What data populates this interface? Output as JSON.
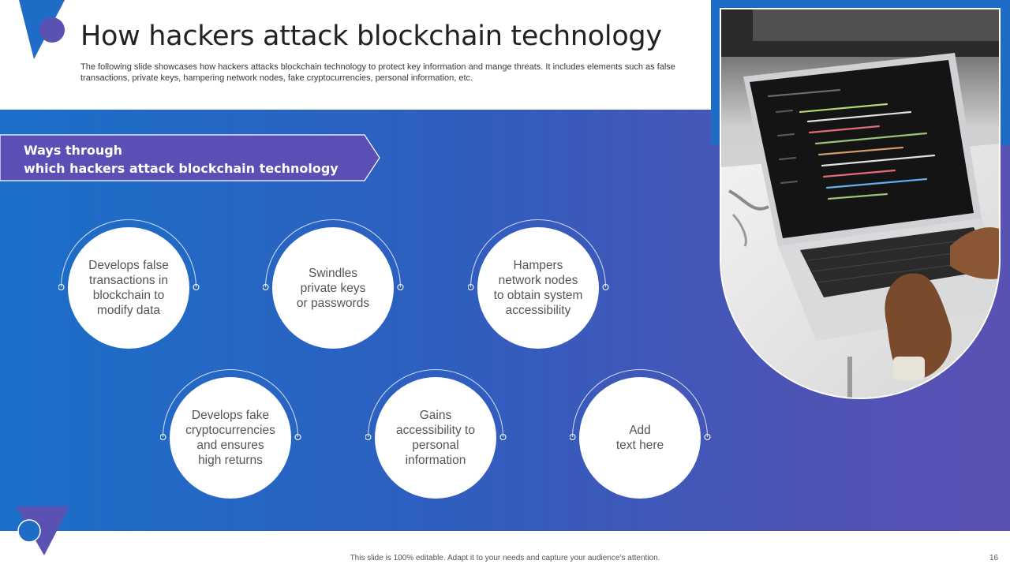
{
  "slide": {
    "title": "How hackers attack blockchain technology",
    "subtitle": "The following slide showcases how hackers attacks blockchain technology to protect key information and mange threats. It includes elements such as false transactions, private keys,  hampering network nodes, fake cryptocurrencies, personal information, etc.",
    "banner": {
      "line1": "Ways through",
      "line2": "which hackers attack blockchain technology"
    },
    "nodes": [
      {
        "text": "Develops false\ntransactions in\nblockchain to\nmodify data"
      },
      {
        "text": "Swindles\nprivate keys\nor passwords"
      },
      {
        "text": "Hampers\nnetwork nodes\nto obtain system\naccessibility"
      },
      {
        "text": "Develops fake\ncryptocurrencies\nand ensures\nhigh returns"
      },
      {
        "text": "Gains\naccessibility to\npersonal\ninformation"
      },
      {
        "text": "Add\ntext here"
      }
    ],
    "footer": "This slide is 100% editable. Adapt it to your needs and capture your audience’s attention.",
    "page_number": "16"
  },
  "colors": {
    "primary_blue": "#1b6fc9",
    "accent_purple": "#5a52b3",
    "banner_purple": "#5b4fb5"
  },
  "image": {
    "depicts": "laptop-code-photo"
  }
}
